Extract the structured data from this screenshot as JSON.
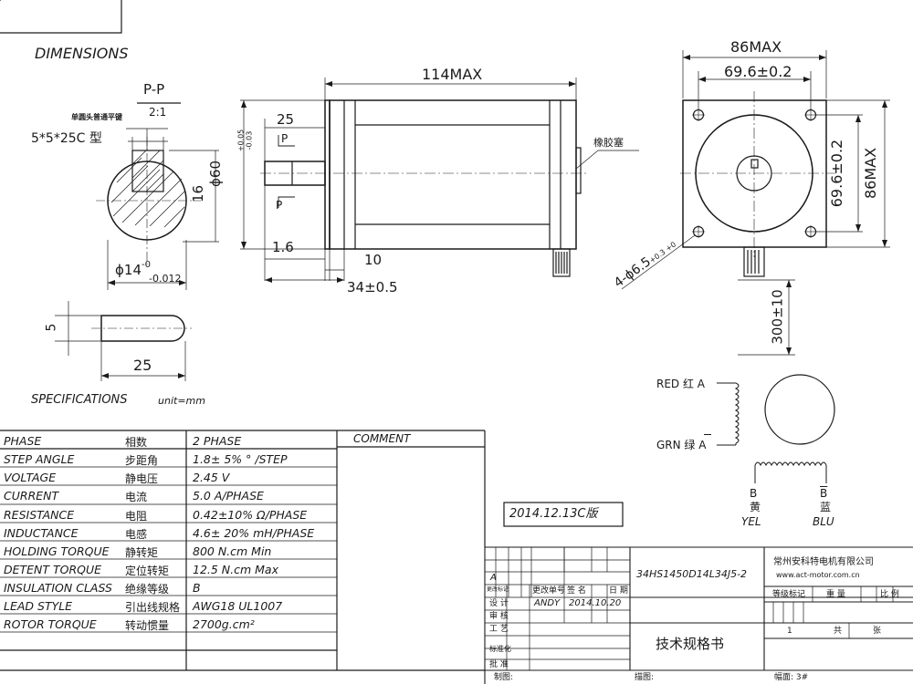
{
  "header": {
    "title": "DIMENSIONS"
  },
  "side_view": {
    "section_label": "P-P",
    "section_scale": "2:1",
    "key_note": "单圆头普通平键",
    "key_size": "5*5*25C 型",
    "height_dim": "16",
    "shaft_dia": "ϕ14",
    "shaft_tol_upper": "-0",
    "shaft_tol_lower": "-0.012"
  },
  "key_view": {
    "height": "5",
    "length": "25"
  },
  "front_view": {
    "total_length": "114MAX",
    "shaft_len": "25",
    "flange_dia": "ϕ60",
    "flange_tol_upper": "+0.05",
    "flange_tol_lower": "-0.03",
    "flange_thick": "1.6",
    "boss": "10",
    "shaft_total": "34±0.5",
    "rubber_plug": "橡胶塞",
    "section_p": "P"
  },
  "end_view": {
    "width_max": "86MAX",
    "hole_pitch": "69.6±0.2",
    "hole_pitch_v": "69.6±0.2",
    "height_max": "86MAX",
    "holes": "4-ϕ6.5",
    "holes_tol": "+0.3 +0",
    "lead_len": "300±10"
  },
  "specs_header": {
    "title": "SPECIFICATIONS",
    "unit": "unit=mm"
  },
  "specs": [
    {
      "en": "PHASE",
      "cn": "相数",
      "val": "2  PHASE"
    },
    {
      "en": "STEP ANGLE",
      "cn": "步距角",
      "val": "1.8± 5% ° /STEP"
    },
    {
      "en": "VOLTAGE",
      "cn": "静电压",
      "val": "2.45 V"
    },
    {
      "en": "CURRENT",
      "cn": "电流",
      "val": "5.0 A/PHASE"
    },
    {
      "en": "RESISTANCE",
      "cn": "电阻",
      "val": "0.42±10%  Ω/PHASE"
    },
    {
      "en": "INDUCTANCE",
      "cn": "电感",
      "val": "4.6± 20% mH/PHASE"
    },
    {
      "en": "HOLDING TORQUE",
      "cn": "静转矩",
      "val": "800  N.cm Min"
    },
    {
      "en": "DETENT TORQUE",
      "cn": "定位转矩",
      "val": "12.5 N.cm Max"
    },
    {
      "en": "INSULATION CLASS",
      "cn": "绝缘等级",
      "val": "B"
    },
    {
      "en": "LEAD STYLE",
      "cn": "引出线规格",
      "val": "AWG18 UL1007"
    },
    {
      "en": "ROTOR TORQUE",
      "cn": "转动惯量",
      "val": "2700g.cm²"
    }
  ],
  "comment": {
    "label": "COMMENT"
  },
  "wiring": {
    "red": "RED  红  A",
    "grn": "GRN  绿  A",
    "b_left": "B",
    "b_right": "B",
    "yel_cn": "黄",
    "yel": "YEL",
    "blu_cn": "蓝",
    "blu": "BLU"
  },
  "version": "2014.12.13C版",
  "title_block": {
    "model": "34HS1450D14L34J5-2",
    "company": "常州安科特电机有限公司",
    "website": "www.act-motor.com.cn",
    "rev_a": "A",
    "change_mark": "更改标记",
    "change_no": "更改单号",
    "signature": "签  名",
    "date": "日  期",
    "design": "设    计",
    "designer": "ANDY",
    "design_date": "2014.10.20",
    "review": "审    核",
    "process": "工    艺",
    "standard": "标准化",
    "approve": "批    准",
    "doc_title": "技术规格书",
    "grade_mark": "等级标记",
    "weight": "重  量",
    "ratio": "比  例",
    "sheet_count": "1",
    "total_label": "共",
    "sheet_label": "张",
    "drawn": "制图:",
    "traced": "描图:",
    "format": "幅面: 3#"
  }
}
